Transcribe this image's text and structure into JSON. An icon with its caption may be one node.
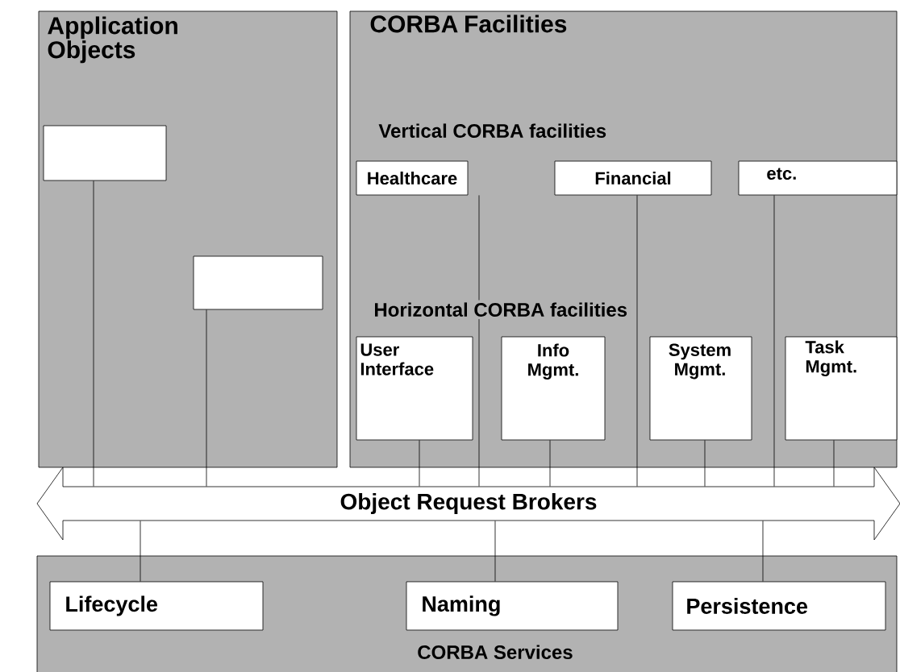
{
  "diagram": {
    "nodes": [
      {
        "text": [
          "Application Objects"
        ]
      },
      {
        "text": [],
        "shape": "box",
        "in": 0
      },
      {
        "text": [],
        "shape": "box",
        "in": 0
      },
      {
        "text": [
          "CORBA Facilities"
        ]
      },
      {
        "text": [
          "Healthcare"
        ],
        "in": 3
      },
      {
        "text": [
          "Financial"
        ],
        "in": 3
      },
      {
        "text": [
          "etc."
        ],
        "in": 3
      },
      {
        "text": [
          "User Interface"
        ],
        "in": 3
      },
      {
        "text": [
          "Info Mgmt."
        ],
        "in": 3
      },
      {
        "text": [
          "System Mgmt."
        ],
        "in": 3
      },
      {
        "text": [
          "Task Mgmt."
        ],
        "in": 3
      },
      {
        "text": [
          "Object Request Brokers"
        ]
      },
      {
        "text": [
          "CORBA Services"
        ]
      },
      {
        "text": [
          "Lifecycle"
        ],
        "in": 12
      },
      {
        "text": [
          "Naming"
        ],
        "in": 12
      },
      {
        "text": [
          "Persistence"
        ],
        "in": 12
      }
    ],
    "edges": [
      {
        "from": 1,
        "to": 11,
        "arrow": "none"
      },
      {
        "from": 2,
        "to": 11,
        "arrow": "none"
      },
      {
        "from": 7,
        "to": 11,
        "arrow": "none"
      },
      {
        "from": 4,
        "to": 11,
        "arrow": "none"
      },
      {
        "from": 8,
        "to": 11,
        "arrow": "none"
      },
      {
        "from": 5,
        "to": 11,
        "arrow": "none"
      },
      {
        "from": 9,
        "to": 11,
        "arrow": "none"
      },
      {
        "from": 6,
        "to": 11,
        "arrow": "none"
      },
      {
        "from": 10,
        "to": 11,
        "arrow": "none"
      },
      {
        "from": 11,
        "to": 13,
        "arrow": "none"
      },
      {
        "from": 11,
        "to": 14,
        "arrow": "none"
      },
      {
        "from": 11,
        "to": 15,
        "arrow": "none"
      }
    ],
    "labels": [
      "Vertical CORBA facilities",
      "Horizontal CORBA facilities"
    ]
  }
}
